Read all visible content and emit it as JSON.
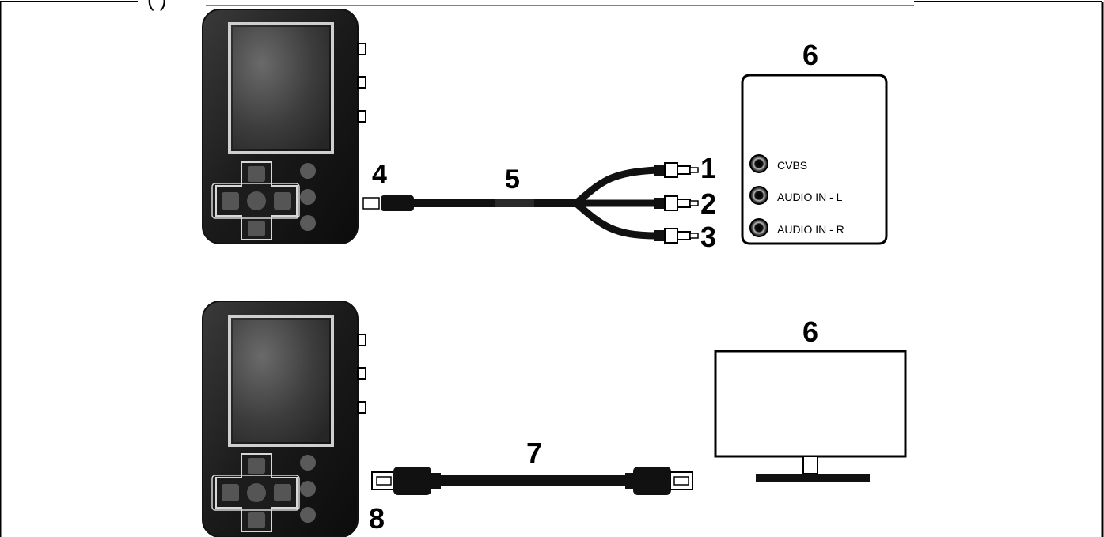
{
  "header": {
    "fragment": "( )"
  },
  "callouts": {
    "n1": "1",
    "n2": "2",
    "n3": "3",
    "n4": "4",
    "n5": "5",
    "n6_top": "6",
    "n6_bottom": "6",
    "n7": "7",
    "n8": "8"
  },
  "receiver_ports": [
    "CVBS",
    "AUDIO IN - L",
    "AUDIO IN - R"
  ]
}
